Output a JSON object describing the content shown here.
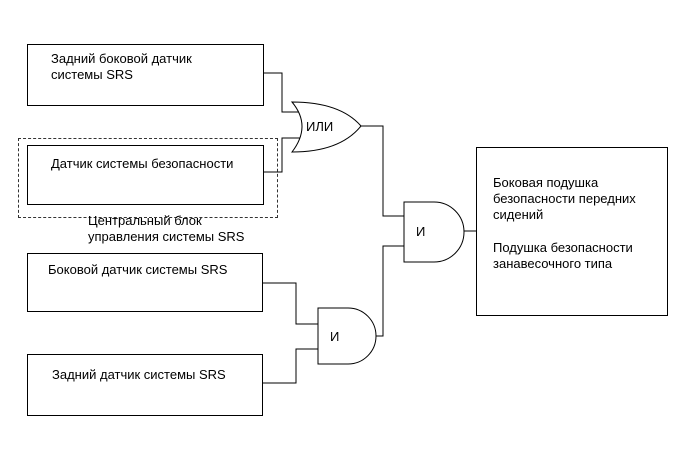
{
  "inputs": {
    "rear_side_sensor_1": "Задний боковой датчик\nсистемы SRS",
    "safety_sensor": "Датчик системы безопасности",
    "side_sensor": "Боковой датчик системы SRS",
    "rear_sensor": "Задний датчик системы SRS"
  },
  "control_unit_label": "Центральный блок\nуправления системы SRS",
  "gates": {
    "or_gate": "ИЛИ",
    "and_gate_final": "И",
    "and_gate_lower": "И"
  },
  "output": {
    "line1": "Боковая подушка\nбезопасности передних\nсидений",
    "line2": "Подушка безопасности\nзанавесочного типа"
  }
}
